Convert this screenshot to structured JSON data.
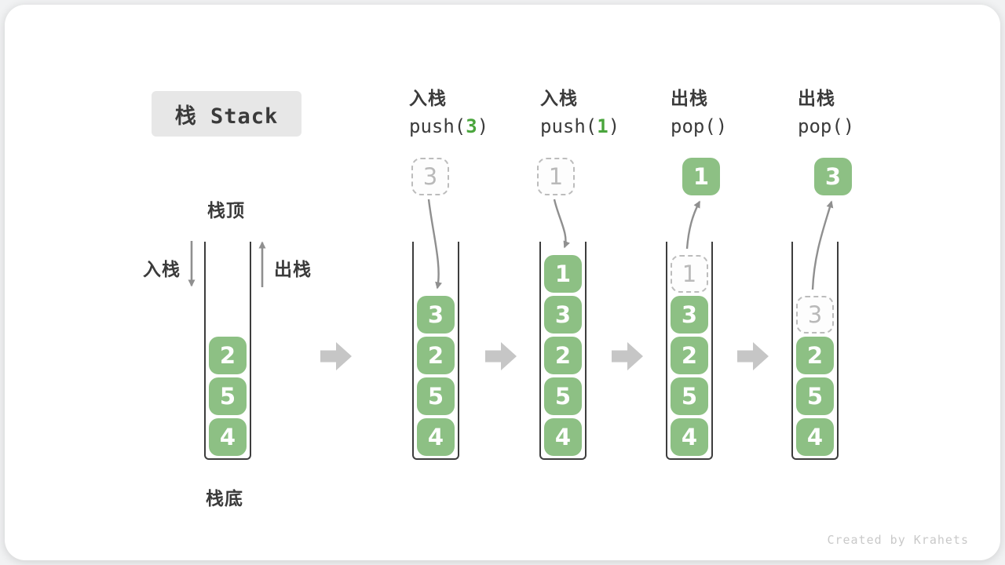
{
  "title": {
    "label": "栈 Stack"
  },
  "stack_labels": {
    "top": "栈顶",
    "bottom": "栈底",
    "push": "入栈",
    "pop": "出栈"
  },
  "footer": {
    "credit": "Created by Krahets"
  },
  "colors": {
    "cell_green": "#8dc084",
    "accent_green": "#4aa53c",
    "arrow_gray": "#8f8f8f",
    "chevron_gray": "#c6c6c6",
    "ghost_gray": "#bcbcbc",
    "label_dark": "#3b3b3b",
    "title_box_bg": "#e7e7e7"
  },
  "icons": {
    "step_arrow": "right-block-arrow",
    "push_arrow": "down-arrow",
    "pop_arrow": "up-arrow"
  },
  "steps": [
    {
      "name": "initial-stack",
      "cells_bottom_to_top": [
        "4",
        "5",
        "2"
      ]
    },
    {
      "name": "push-3",
      "op": {
        "line1": "入栈",
        "line2_parts": [
          {
            "t": "push("
          },
          {
            "t": "3",
            "accent": true
          },
          {
            "t": ")"
          }
        ]
      },
      "operand": {
        "value": "3",
        "variant": "dashed"
      },
      "arrow": "in",
      "cells_bottom_to_top": [
        "4",
        "5",
        "2",
        "3"
      ]
    },
    {
      "name": "push-1",
      "op": {
        "line1": "入栈",
        "line2_parts": [
          {
            "t": "push("
          },
          {
            "t": "1",
            "accent": true
          },
          {
            "t": ")"
          }
        ]
      },
      "operand": {
        "value": "1",
        "variant": "dashed"
      },
      "arrow": "in",
      "cells_bottom_to_top": [
        "4",
        "5",
        "2",
        "3",
        "1"
      ]
    },
    {
      "name": "pop-1",
      "op": {
        "line1": "出栈",
        "line2_parts": [
          {
            "t": "pop()"
          }
        ]
      },
      "operand": {
        "value": "1",
        "variant": "solid"
      },
      "arrow": "out",
      "ghost": "1",
      "cells_bottom_to_top": [
        "4",
        "5",
        "2",
        "3"
      ]
    },
    {
      "name": "pop-3",
      "op": {
        "line1": "出栈",
        "line2_parts": [
          {
            "t": "pop()"
          }
        ]
      },
      "operand": {
        "value": "3",
        "variant": "solid"
      },
      "arrow": "out",
      "ghost": "3",
      "cells_bottom_to_top": [
        "4",
        "5",
        "2"
      ]
    }
  ]
}
